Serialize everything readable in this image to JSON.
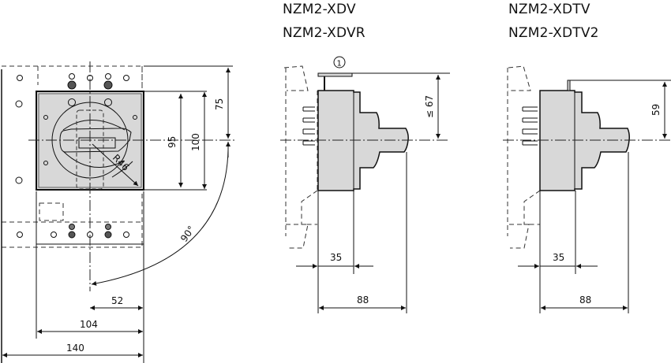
{
  "titles": {
    "middle": [
      "NZM2-XDV",
      "NZM2-XDVR"
    ],
    "right": [
      "NZM2-XDTV",
      "NZM2-XDTV2"
    ]
  },
  "front_view": {
    "dims": {
      "height_95": "95",
      "height_100": "100",
      "height_75": "75",
      "radius": "R46",
      "angle": "90°",
      "width_52": "52",
      "width_104": "104",
      "width_140": "140"
    }
  },
  "side_view_xdv": {
    "callout": "1",
    "dims": {
      "height": "≤ 67",
      "depth_35": "35",
      "depth_88": "88"
    }
  },
  "side_view_xdtv": {
    "dims": {
      "height": "59",
      "depth_35": "35",
      "depth_88": "88"
    }
  },
  "colors": {
    "fill": "#d8d8d8",
    "line": "#111111"
  }
}
